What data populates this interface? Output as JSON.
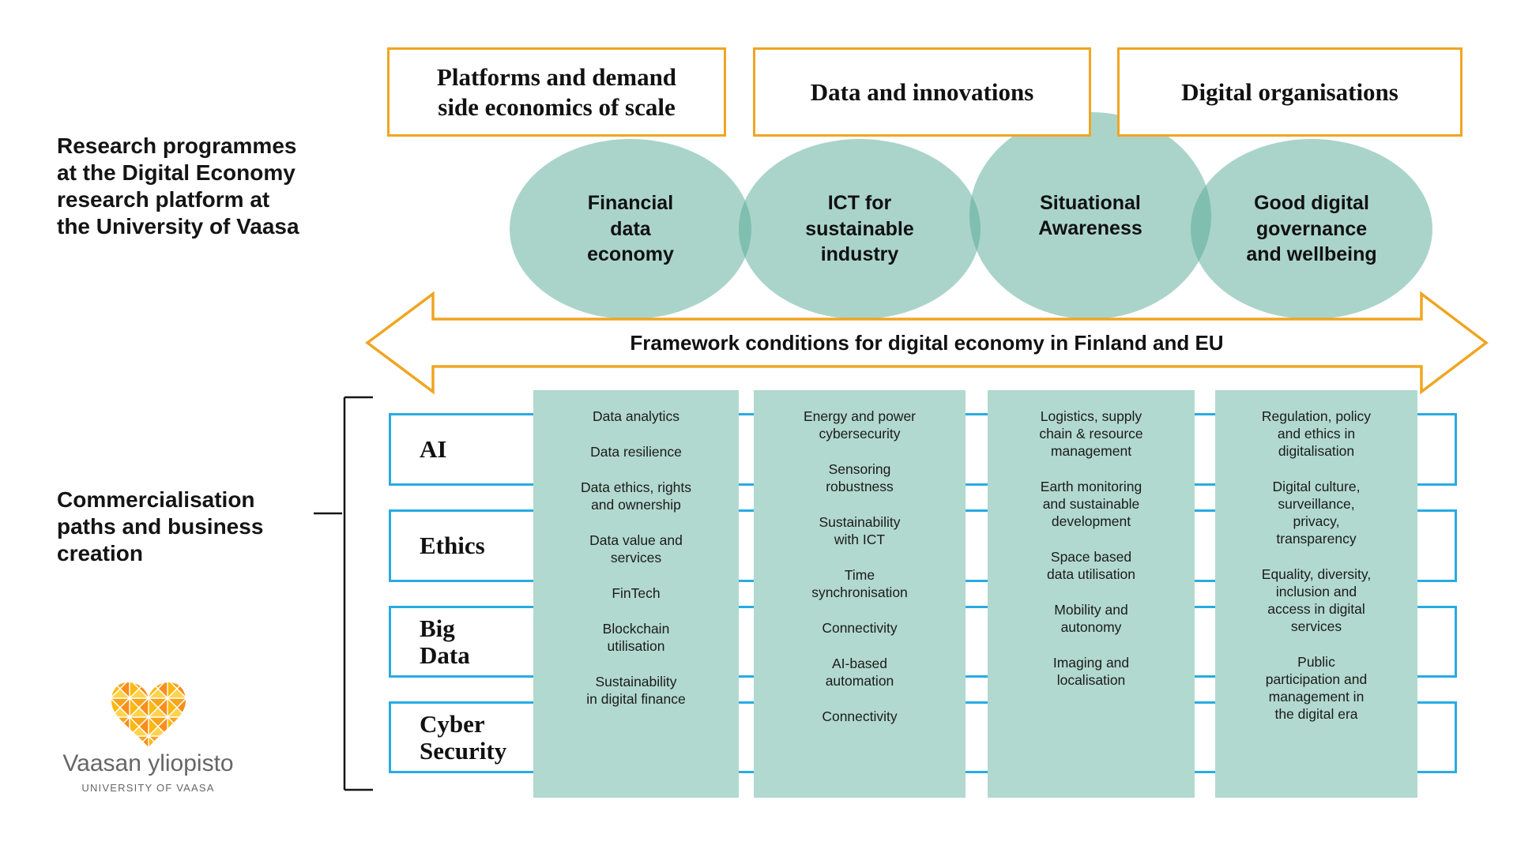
{
  "headings": {
    "research": "Research programmes\nat the Digital Economy\nresearch platform at\nthe University of Vaasa",
    "commercialisation": "Commercialisation\npaths and business\ncreation"
  },
  "top_boxes": [
    {
      "label": "Platforms and demand\nside economics of scale"
    },
    {
      "label": "Data and innovations"
    },
    {
      "label": "Digital organisations"
    }
  ],
  "programmes": [
    {
      "label": "Financial\ndata\neconomy"
    },
    {
      "label": "ICT for\nsustainable\nindustry"
    },
    {
      "label": "Situational\nAwareness"
    },
    {
      "label": "Good digital\ngovernance\nand wellbeing"
    }
  ],
  "arrow": {
    "label": "Framework conditions for digital economy in Finland and EU"
  },
  "themes": [
    {
      "label": "AI"
    },
    {
      "label": "Ethics"
    },
    {
      "label": "Big\nData"
    },
    {
      "label": "Cyber\nSecurity"
    }
  ],
  "columns": [
    {
      "items": [
        "Data analytics",
        "Data resilience",
        "Data ethics, rights\nand ownership",
        "Data value and\nservices",
        "FinTech",
        "Blockchain\nutilisation",
        "Sustainability\nin digital finance"
      ]
    },
    {
      "items": [
        "Energy and power\ncybersecurity",
        "Sensoring\nrobustness",
        "Sustainability\nwith ICT",
        "Time\nsynchronisation",
        "Connectivity",
        "AI-based\nautomation",
        "Connectivity"
      ]
    },
    {
      "items": [
        "Logistics, supply\nchain & resource\nmanagement",
        "Earth monitoring\nand sustainable\ndevelopment",
        "Space based\ndata utilisation",
        "Mobility and\nautonomy",
        "Imaging and\nlocalisation"
      ]
    },
    {
      "items": [
        "Regulation, policy\nand ethics in\ndigitalisation",
        "Digital culture,\nsurveillance,\nprivacy,\ntransparency",
        "Equality, diversity,\ninclusion and\naccess in digital\nservices",
        "Public\nparticipation and\nmanagement in\nthe digital era"
      ]
    }
  ],
  "logo": {
    "icon": "heart-mosaic-icon",
    "title": "Vaasan yliopisto",
    "subtitle": "UNIVERSITY OF VAASA"
  },
  "colors": {
    "orange": "#F0A521",
    "teal_fill": "#B2D9CF",
    "cyan_border": "#29ABE2",
    "logo_gray": "#666666"
  }
}
